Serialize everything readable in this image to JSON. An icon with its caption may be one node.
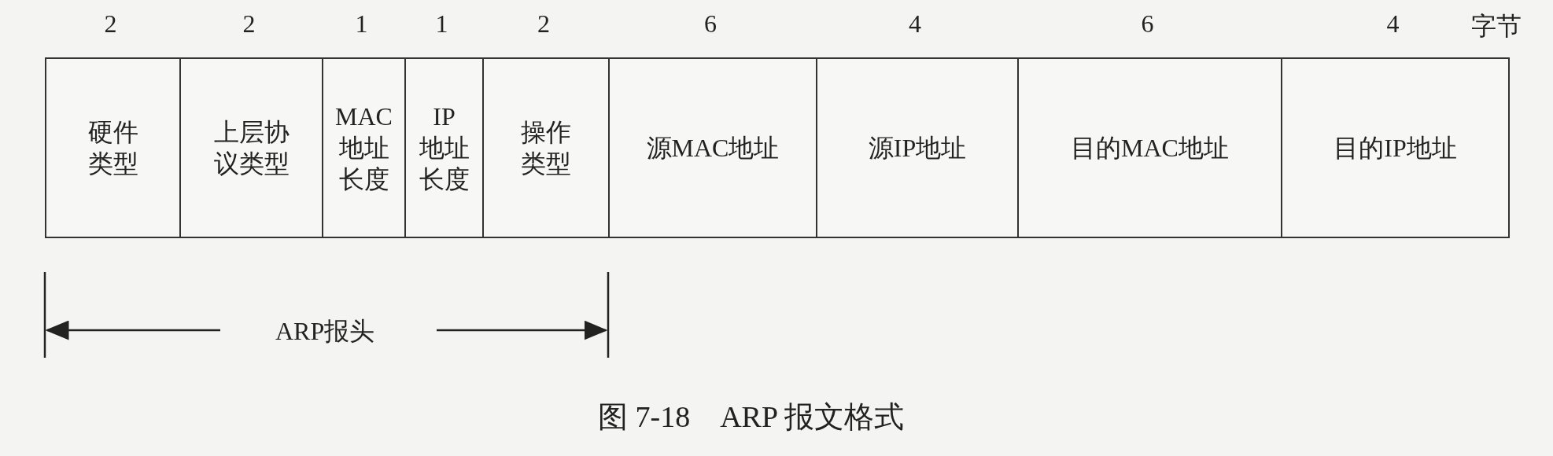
{
  "diagram": {
    "caption": "图 7-18　ARP 报文格式",
    "nodes": [
      {
        "text": [
          "硬件类型"
        ],
        "beside": [
          "2"
        ]
      },
      {
        "text": [
          "上层协议类型"
        ],
        "beside": [
          "2"
        ]
      },
      {
        "text": [
          "MAC地址长度"
        ],
        "beside": [
          "1"
        ]
      },
      {
        "text": [
          "IP地址长度"
        ],
        "beside": [
          "1"
        ]
      },
      {
        "text": [
          "操作类型"
        ],
        "beside": [
          "2"
        ]
      },
      {
        "text": [
          "源MAC地址"
        ],
        "beside": [
          "6"
        ]
      },
      {
        "text": [
          "源IP地址"
        ],
        "beside": [
          "4"
        ]
      },
      {
        "text": [
          "目的MAC地址"
        ],
        "beside": [
          "6"
        ]
      },
      {
        "text": [
          "目的IP地址"
        ],
        "beside": [
          "4"
        ]
      }
    ],
    "labels": [
      "字节",
      "ARP报头"
    ]
  }
}
